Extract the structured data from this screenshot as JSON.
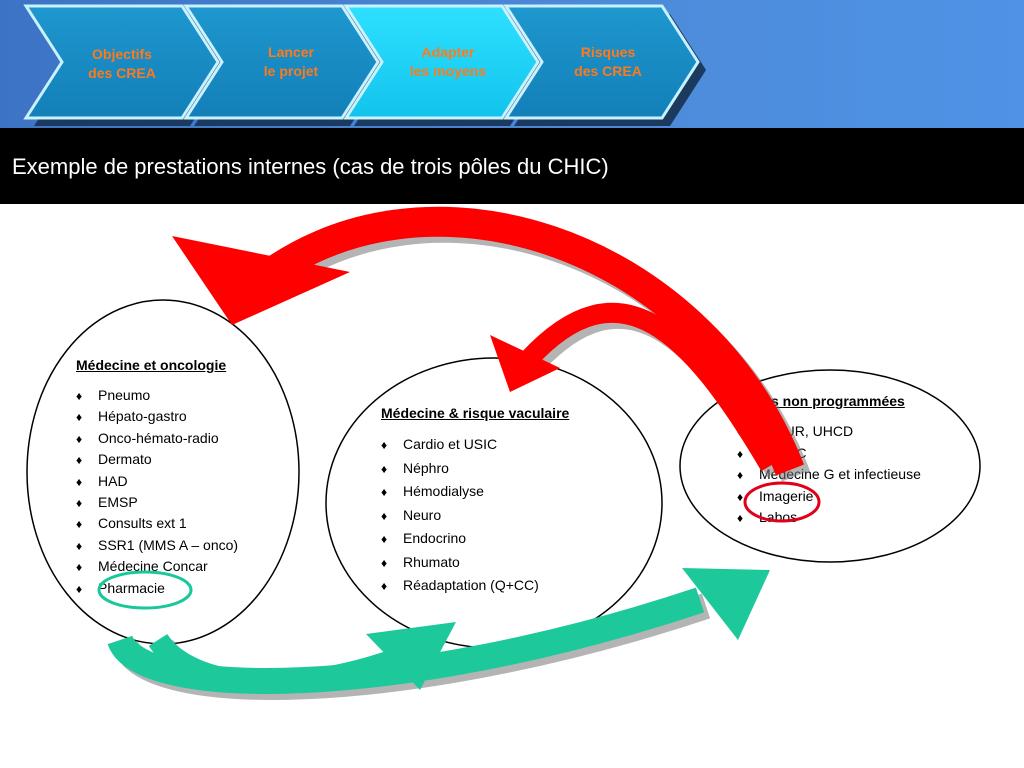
{
  "steps": [
    {
      "line1": "Objectifs",
      "line2": "des CREA"
    },
    {
      "line1": "Lancer",
      "line2": "le projet"
    },
    {
      "line1": "Adapter",
      "line2": "les moyens"
    },
    {
      "line1": "Risques",
      "line2": "des CREA"
    }
  ],
  "title": "Exemple de prestations internes (cas de trois pôles du CHIC)",
  "poles": [
    {
      "title": "Médecine et oncologie",
      "items": [
        "Pneumo",
        "Hépato-gastro",
        "Onco-hémato-radio",
        "Dermato",
        "HAD",
        "EMSP",
        "Consults ext 1",
        "SSR1 (MMS A – onco)",
        "Médecine Concar",
        "Pharmacie"
      ]
    },
    {
      "title": "Médecine & risque vaculaire",
      "items": [
        "Cardio et USIC",
        "Néphro",
        "Hémodialyse",
        "Neuro",
        "Endocrino",
        "Rhumato",
        "Réadaptation (Q+CC)"
      ]
    },
    {
      "title": "…s non programmées",
      "items": [
        "…MUR, UHCD",
        "… USC",
        "Médecine G et infectieuse",
        "Imagerie",
        "Labos"
      ]
    }
  ],
  "bullet": "♦",
  "colors": {
    "header_blue": "#4d8ad9",
    "active_step": "#19d4f5",
    "step": "#1a8fc7",
    "red_arrow": "#ff0000",
    "green_arrow": "#1dc99a",
    "highlight_green": "#19c89a",
    "highlight_red": "#e0001a"
  }
}
